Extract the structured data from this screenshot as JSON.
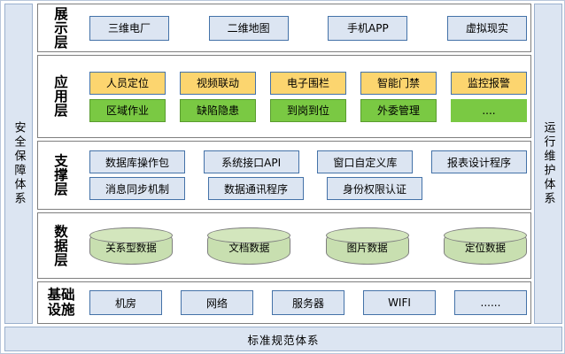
{
  "pillars": {
    "left": {
      "name": "security-assurance-system",
      "text": "安全保障体系"
    },
    "right": {
      "name": "operation-maintenance-system",
      "text": "运行维护体系"
    }
  },
  "standards_bar": {
    "text": "标准规范体系"
  },
  "layers": [
    {
      "id": "presentation",
      "label": "展示层",
      "label_lines": [
        "展",
        "示",
        "层"
      ],
      "rows": [
        {
          "items": [
            {
              "label": "三维电厂",
              "style": "blue",
              "width": 90
            },
            {
              "label": "二维地图",
              "style": "blue",
              "width": 90
            },
            {
              "label": "手机APP",
              "style": "blue",
              "width": 90
            },
            {
              "label": "虚拟现实",
              "style": "blue",
              "width": 90
            }
          ]
        }
      ]
    },
    {
      "id": "application",
      "label": "应用层",
      "label_lines": [
        "应",
        "用",
        "层"
      ],
      "rows": [
        {
          "items": [
            {
              "label": "人员定位",
              "style": "orange",
              "width": 86
            },
            {
              "label": "视频联动",
              "style": "orange",
              "width": 86
            },
            {
              "label": "电子围栏",
              "style": "orange",
              "width": 86
            },
            {
              "label": "智能门禁",
              "style": "orange",
              "width": 86
            },
            {
              "label": "监控报警",
              "style": "orange",
              "width": 86
            }
          ]
        },
        {
          "items": [
            {
              "label": "区域作业",
              "style": "green",
              "width": 86
            },
            {
              "label": "缺陷隐患",
              "style": "green",
              "width": 86
            },
            {
              "label": "到岗到位",
              "style": "green",
              "width": 86
            },
            {
              "label": "外委管理",
              "style": "green",
              "width": 86
            },
            {
              "label": "....",
              "style": "green plain",
              "width": 86
            }
          ]
        }
      ]
    },
    {
      "id": "support",
      "label": "支撑层",
      "label_lines": [
        "支",
        "撑",
        "层"
      ],
      "rows": [
        {
          "items": [
            {
              "label": "数据库操作包",
              "style": "blue",
              "width": 108
            },
            {
              "label": "系统接口API",
              "style": "blue",
              "width": 108
            },
            {
              "label": "窗口自定义库",
              "style": "blue",
              "width": 108
            },
            {
              "label": "报表设计程序",
              "style": "blue",
              "width": 108
            }
          ]
        },
        {
          "items": [
            {
              "label": "消息同步机制",
              "style": "blue",
              "width": 108
            },
            {
              "label": "数据通讯程序",
              "style": "blue",
              "width": 108
            },
            {
              "label": "身份权限认证",
              "style": "blue",
              "width": 108
            }
          ]
        }
      ]
    },
    {
      "id": "data",
      "label": "数据层",
      "label_lines": [
        "数",
        "据",
        "层"
      ],
      "rows": [
        {
          "items": [
            {
              "label": "关系型数据",
              "style": "cylinder",
              "width": 94
            },
            {
              "label": "文档数据",
              "style": "cylinder",
              "width": 94
            },
            {
              "label": "图片数据",
              "style": "cylinder",
              "width": 94
            },
            {
              "label": "定位数据",
              "style": "cylinder",
              "width": 94
            }
          ]
        }
      ]
    },
    {
      "id": "infrastructure",
      "label": "基础设施",
      "label_lines": [
        "基础",
        "设施"
      ],
      "rows": [
        {
          "items": [
            {
              "label": "机房",
              "style": "blue",
              "width": 82
            },
            {
              "label": "网络",
              "style": "blue",
              "width": 82
            },
            {
              "label": "服务器",
              "style": "blue",
              "width": 82
            },
            {
              "label": "WIFI",
              "style": "blue",
              "width": 82
            },
            {
              "label": "......",
              "style": "blue",
              "width": 82
            }
          ]
        }
      ]
    }
  ],
  "colors": {
    "pillar_fill": "#dce5f2",
    "pillar_border": "#9bb0cd",
    "layer_border": "#7f7f7f",
    "blue_fill": "#dce5f2",
    "blue_border": "#4472a8",
    "orange_fill": "#fcd56f",
    "green_fill": "#7ac943",
    "cylinder_fill": "#c8dfb0"
  }
}
